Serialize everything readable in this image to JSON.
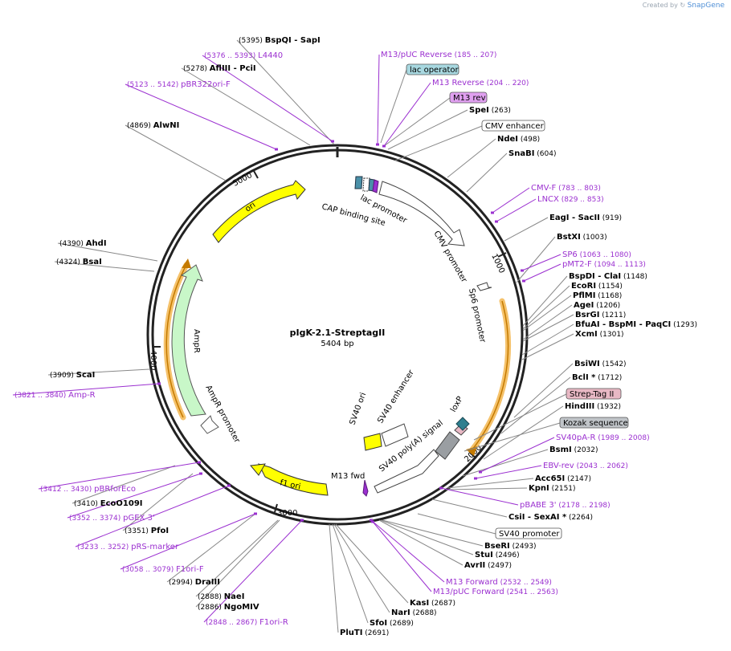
{
  "app": {
    "created_by_label": "Created by",
    "brand": "SnapGene"
  },
  "plasmid": {
    "name": "pIgK-2.1-StreptagII",
    "length_label": "5404 bp"
  },
  "ticks": [
    "1000",
    "2000",
    "3000",
    "4000",
    "5000"
  ],
  "enzymes": [
    {
      "name": "BspQI",
      "name2": "SapI",
      "pos": "(5395)"
    },
    {
      "name": "AflIII",
      "name2": "PciI",
      "pos": "(5278)"
    },
    {
      "name": "AlwNI",
      "pos": "(4869)"
    },
    {
      "name": "AhdI",
      "pos": "(4390)"
    },
    {
      "name": "BsaI",
      "pos": "(4324)"
    },
    {
      "name": "ScaI",
      "pos": "(3909)"
    },
    {
      "name": "EcoO109I",
      "pos": "(3410)"
    },
    {
      "name": "PfoI",
      "pos": "(3351)"
    },
    {
      "name": "DraIII",
      "pos": "(2994)"
    },
    {
      "name": "NaeI",
      "pos": "(2888)"
    },
    {
      "name": "NgoMIV",
      "pos": "(2886)"
    },
    {
      "name": "PluTI",
      "pos": "(2691)"
    },
    {
      "name": "SfoI",
      "pos": "(2689)"
    },
    {
      "name": "NarI",
      "pos": "(2688)"
    },
    {
      "name": "KasI",
      "pos": "(2687)"
    },
    {
      "name": "AvrII",
      "pos": "(2497)"
    },
    {
      "name": "StuI",
      "pos": "(2496)"
    },
    {
      "name": "BseRI",
      "pos": "(2493)"
    },
    {
      "name": "CsiI",
      "name2": "SexAI *",
      "pos": "(2264)"
    },
    {
      "name": "KpnI",
      "pos": "(2151)"
    },
    {
      "name": "Acc65I",
      "pos": "(2147)"
    },
    {
      "name": "BsmI",
      "pos": "(2032)"
    },
    {
      "name": "HindIII",
      "pos": "(1932)"
    },
    {
      "name": "BclI *",
      "pos": "(1712)"
    },
    {
      "name": "BsiWI",
      "pos": "(1542)"
    },
    {
      "name": "XcmI",
      "pos": "(1301)"
    },
    {
      "name": "BfuAI",
      "name2": "BspMI",
      "name3": "PaqCI",
      "pos": "(1293)"
    },
    {
      "name": "BsrGI",
      "pos": "(1211)"
    },
    {
      "name": "AgeI",
      "pos": "(1206)"
    },
    {
      "name": "PflMI",
      "pos": "(1168)"
    },
    {
      "name": "EcoRI",
      "pos": "(1154)"
    },
    {
      "name": "BspDI",
      "name2": "ClaI",
      "pos": "(1148)"
    },
    {
      "name": "BstXI",
      "pos": "(1003)"
    },
    {
      "name": "EagI",
      "name2": "SacII",
      "pos": "(919)"
    },
    {
      "name": "SnaBI",
      "pos": "(604)"
    },
    {
      "name": "NdeI",
      "pos": "(498)"
    },
    {
      "name": "SpeI",
      "pos": "(263)"
    }
  ],
  "primers": [
    {
      "name": "L4440",
      "range": "(5376 .. 5393)"
    },
    {
      "name": "pBR322ori-F",
      "range": "(5123 .. 5142)"
    },
    {
      "name": "M13/pUC Reverse",
      "range": "(185 .. 207)"
    },
    {
      "name": "M13 Reverse",
      "range": "(204 .. 220)"
    },
    {
      "name": "CMV-F",
      "range": "(783 .. 803)"
    },
    {
      "name": "LNCX",
      "range": "(829 .. 853)"
    },
    {
      "name": "SP6",
      "range": "(1063 .. 1080)"
    },
    {
      "name": "pMT2-F",
      "range": "(1094 .. 1113)"
    },
    {
      "name": "SV40pA-R",
      "range": "(1989 .. 2008)"
    },
    {
      "name": "EBV-rev",
      "range": "(2043 .. 2062)"
    },
    {
      "name": "pBABE 3'",
      "range": "(2178 .. 2198)"
    },
    {
      "name": "M13 Forward",
      "range": "(2532 .. 2549)"
    },
    {
      "name": "M13/pUC Forward",
      "range": "(2541 .. 2563)"
    },
    {
      "name": "F1ori-R",
      "range": "(2848 .. 2867)"
    },
    {
      "name": "F1ori-F",
      "range": "(3058 .. 3079)"
    },
    {
      "name": "pRS-marker",
      "range": "(3233 .. 3252)"
    },
    {
      "name": "pGEX 3'",
      "range": "(3352 .. 3374)"
    },
    {
      "name": "pBRforEco",
      "range": "(3412 .. 3430)"
    },
    {
      "name": "Amp-R",
      "range": "(3821 .. 3840)"
    }
  ],
  "boxed_features": [
    {
      "name": "lac operator",
      "fill": "#a8d8e0"
    },
    {
      "name": "M13 rev",
      "fill": "#e0a0f0"
    },
    {
      "name": "CMV enhancer",
      "fill": "#ffffff"
    },
    {
      "name": "Strep-Tag II",
      "fill": "#e8b8c4"
    },
    {
      "name": "Kozak sequence",
      "fill": "#c0c4c8"
    },
    {
      "name": "SV40 promoter",
      "fill": "#ffffff"
    }
  ],
  "inner_labels": {
    "cap": "CAP binding site",
    "lac_promoter": "lac promoter",
    "cmv_promoter": "CMV promoter",
    "sp6_promoter": "Sp6 promoter",
    "ori": "ori",
    "ampr": "AmpR",
    "ampr_promoter": "AmpR promoter",
    "f1_ori": "f1 ori",
    "m13_fwd": "M13 fwd",
    "sv40_ori": "SV40 ori",
    "sv40_enhancer": "SV40 enhancer",
    "sv40_polya": "SV40 poly(A) signal",
    "loxp": "loxP"
  },
  "colors": {
    "enzyme": "#000000",
    "primer": "#9b30d0",
    "ori": "#ffff00",
    "ampr": "#c8f7c8",
    "highlight": "#f5a623",
    "backbone": "#222222",
    "lac_operator": "#4a90a8",
    "loxp": "#2f7f8f",
    "kozak": "#9a9ea2"
  }
}
